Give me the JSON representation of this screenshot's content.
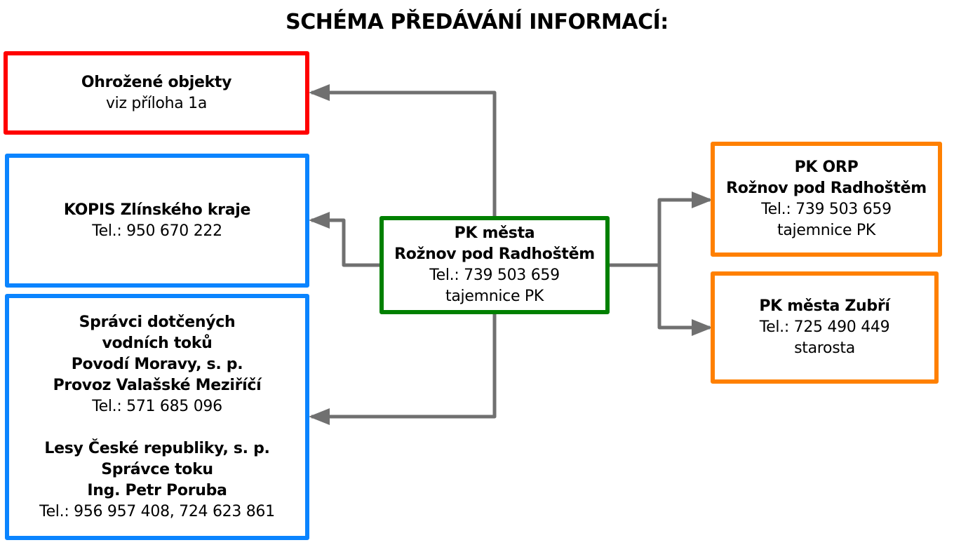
{
  "title": "SCHÉMA PŘEDÁVÁNÍ INFORMACÍ:",
  "colors": {
    "threatened": "#ff0000",
    "regional": "#0a84ff",
    "center": "#008000",
    "neighbor": "#ff8000",
    "connector": "#707070"
  },
  "boxes": {
    "threatened_objects": {
      "name": "Ohrožené objekty",
      "note": "viz příloha 1a"
    },
    "kopis": {
      "name": "KOPIS Zlínského kraje",
      "phone": "Tel.: 950 670 222"
    },
    "water_managers": {
      "heading_1": "Správci dotčených",
      "heading_2": "vodních toků",
      "org1_name": "Povodí Moravy, s. p.",
      "org1_unit": "Provoz Valašské Meziříčí",
      "org1_phone": "Tel.: 571 685 096",
      "org2_name": "Lesy České republiky, s. p.",
      "org2_role": "Správce toku",
      "org2_person": "Ing. Petr Poruba",
      "org2_phone": "Tel.: 956 957 408, 724 623 861"
    },
    "center": {
      "name_1": "PK města",
      "name_2": "Rožnov pod Radhoštěm",
      "phone": "Tel.: 739 503 659",
      "role": "tajemnice PK"
    },
    "orp": {
      "name_1": "PK ORP",
      "name_2": "Rožnov pod Radhoštěm",
      "phone": "Tel.: 739 503 659",
      "role": "tajemnice PK"
    },
    "zubri": {
      "name": "PK města Zubří",
      "phone": "Tel.: 725 490 449",
      "role": "starosta"
    }
  }
}
